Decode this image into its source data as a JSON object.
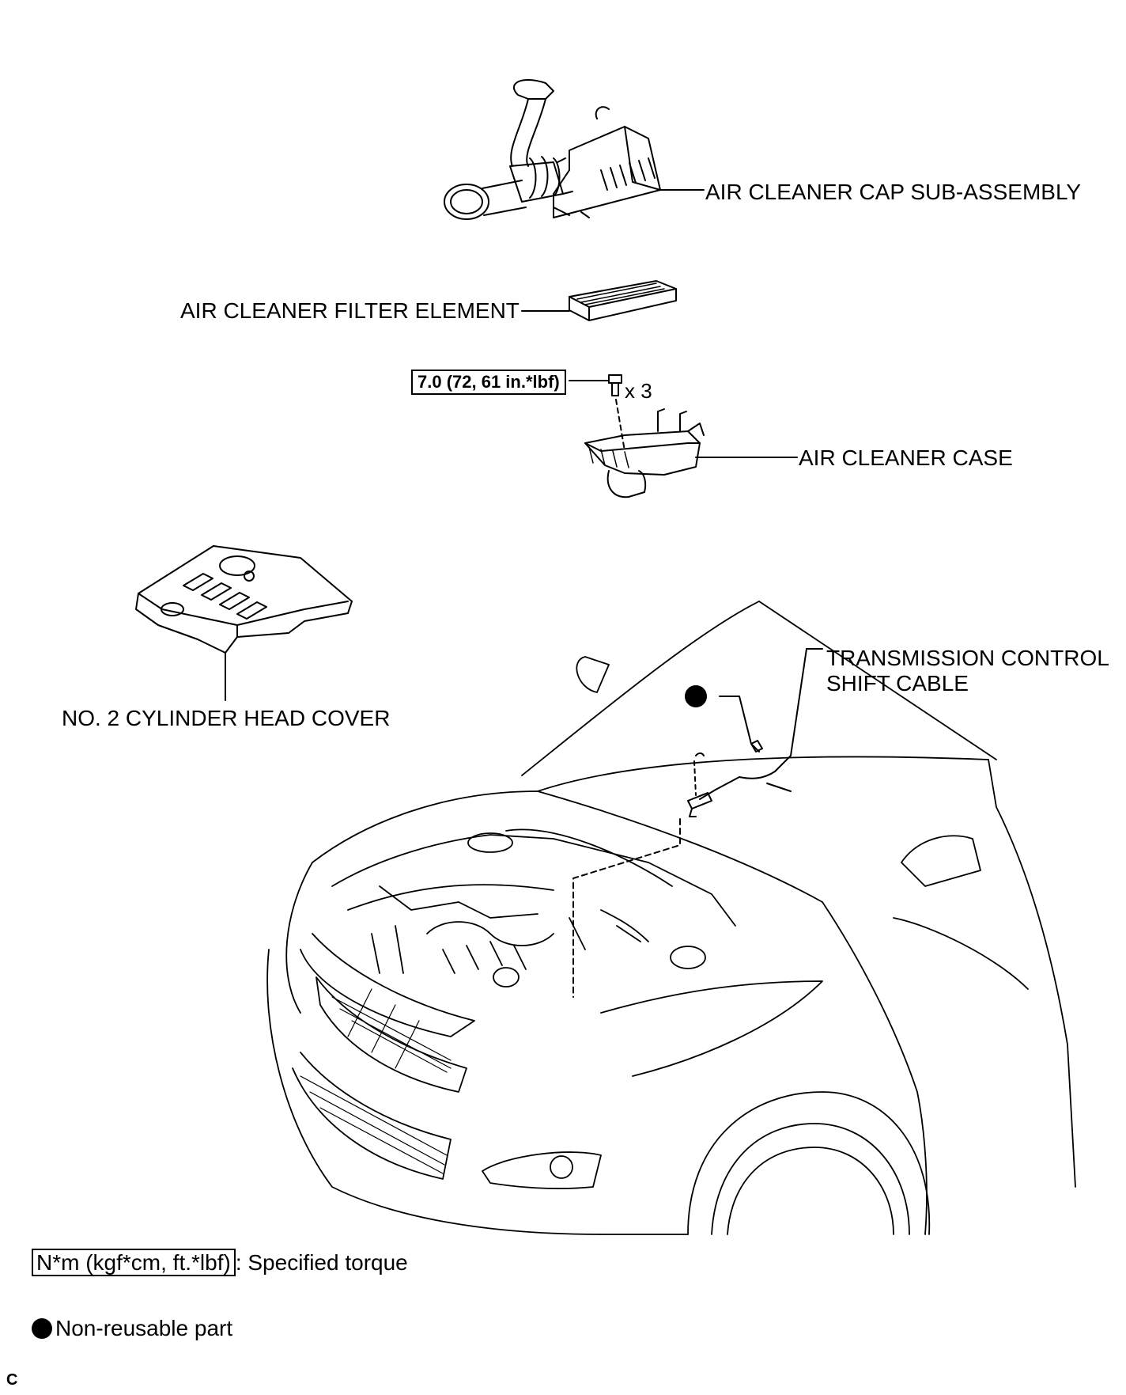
{
  "labels": {
    "air_cleaner_cap": "AIR CLEANER CAP SUB-ASSEMBLY",
    "filter_element": "AIR CLEANER FILTER ELEMENT",
    "air_cleaner_case": "AIR CLEANER CASE",
    "cylinder_head_cover": "NO. 2 CYLINDER HEAD COVER",
    "shift_cable_line1": "TRANSMISSION CONTROL",
    "shift_cable_line2": "SHIFT CABLE"
  },
  "torque": {
    "value": "7.0 (72, 61 in.*lbf)",
    "quantity": "x 3"
  },
  "legend": {
    "torque_symbol": "N*m (kgf*cm, ft.*lbf)",
    "torque_desc": ": Specified torque",
    "nonreusable_desc": "Non-reusable part"
  },
  "corner_mark": "C"
}
